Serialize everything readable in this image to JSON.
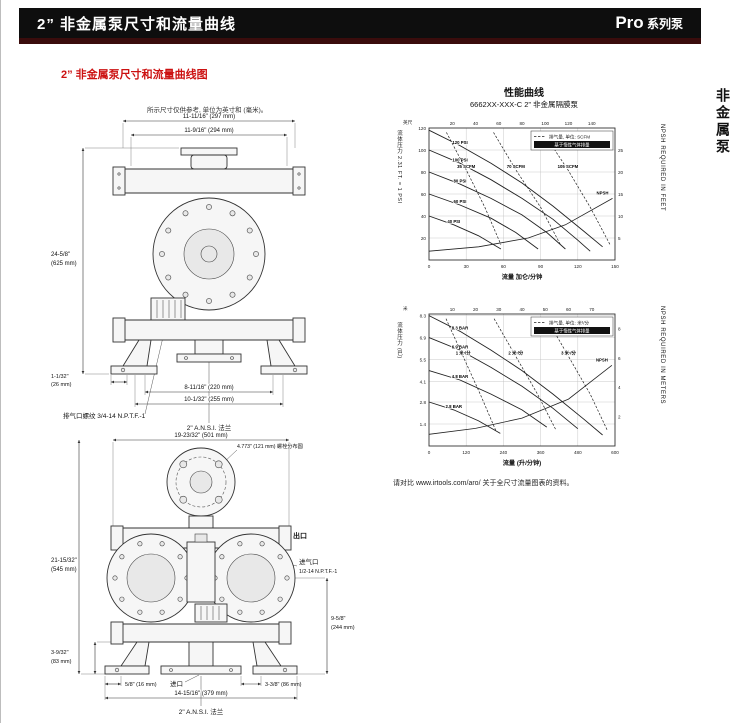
{
  "colors": {
    "header_bg": "#0e0e0e",
    "header_underline": "#3a0c0c",
    "section_title": "#cc1111"
  },
  "header": {
    "title": "2” 非金属泵尺寸和流量曲线",
    "series_prefix": "Pro",
    "series_suffix": " 系列泵"
  },
  "side_tab": "非金属泵",
  "section_title": "2” 非金属泵尺寸和流量曲线图",
  "drawings": {
    "note": "所示尺寸仅供参考, 单位为英寸和 (毫米)。",
    "front_view": {
      "dim_width_outer": "11-11/16\" (297 mm)",
      "dim_width_inner": "11-9/16\" (294 mm)",
      "dim_height": "24-5/8\"",
      "dim_height_mm": "(625 mm)",
      "dim_foot": "1-1/32\"",
      "dim_foot_mm": "(26 mm)",
      "dim_base_inner": "8-11/16\" (220 mm)",
      "dim_base_outer": "10-1/32\" (255 mm)",
      "exhaust_label": "排气口螺纹 3/4-14 N.P.T.F.-1",
      "flange_label": "2\" A.N.S.I. 法兰"
    },
    "side_view": {
      "dim_width_top": "19-23/32\" (501 mm)",
      "bolt_circle": "4.773\" (121 mm) 螺栓分布圆",
      "outlet_label": "出口",
      "air_inlet_label": "进气口",
      "air_inlet_thread": "1/2-14 N.P.T.F.-1",
      "dim_height_left": "21-15/32\"",
      "dim_height_left_mm": "(545 mm)",
      "dim_height_right": "9-5/8\"",
      "dim_height_right_mm": "(244 mm)",
      "dim_leg": "3-9/32\"",
      "dim_leg_mm": "(83 mm)",
      "inlet_label": "进口",
      "dim_b1": "5/8\" (16 mm)",
      "dim_b2": "14-15/16\" (379 mm)",
      "dim_b3": "3-3/8\" (86 mm)",
      "flange_label": "2\" A.N.S.I. 法兰"
    }
  },
  "charts_note": "请对比 www.irtools.com/aro/ 关于全尺寸流量图表的资料。",
  "chart_data": [
    {
      "type": "line",
      "title": "性能曲线",
      "subtitle": "6662XX-XXX-C 2” 非金属隔膜泵",
      "xlabel": "流量 加仑/分钟",
      "ylabel": "流体压力 2.31 FT. = 1 PSI",
      "ylabel_right": "NPSH REQUIRED IN FEET",
      "corner_label": "英尺",
      "grid": true,
      "legend_position": "top-right",
      "xlim": [
        0,
        150
      ],
      "ylim": [
        0,
        120
      ],
      "y2lim": [
        0,
        30
      ],
      "xticks": [
        0,
        30,
        60,
        90,
        120,
        150
      ],
      "yticks": [
        20,
        40,
        60,
        80,
        100,
        120
      ],
      "y2ticks": [
        5,
        10,
        15,
        20,
        25
      ],
      "top_ticks": [
        20,
        40,
        60,
        80,
        100,
        120,
        140
      ],
      "legend": {
        "air": "排气量, 单位: SCFM",
        "note": "基于惰性气体排量"
      },
      "series": [
        {
          "name": "120 PSI",
          "style": "solid",
          "points": [
            [
              0,
              118
            ],
            [
              25,
              104
            ],
            [
              50,
              88
            ],
            [
              75,
              70
            ],
            [
              100,
              49
            ],
            [
              125,
              26
            ],
            [
              140,
              12
            ]
          ]
        },
        {
          "name": "100 PSI",
          "style": "solid",
          "points": [
            [
              0,
              100
            ],
            [
              25,
              88
            ],
            [
              50,
              73
            ],
            [
              75,
              56
            ],
            [
              100,
              37
            ],
            [
              120,
              18
            ],
            [
              130,
              8
            ]
          ]
        },
        {
          "name": "80 PSI",
          "style": "solid",
          "points": [
            [
              0,
              80
            ],
            [
              25,
              69
            ],
            [
              50,
              56
            ],
            [
              75,
              41
            ],
            [
              95,
              25
            ],
            [
              110,
              10
            ]
          ]
        },
        {
          "name": "60 PSI",
          "style": "solid",
          "points": [
            [
              0,
              60
            ],
            [
              25,
              50
            ],
            [
              50,
              38
            ],
            [
              70,
              25
            ],
            [
              88,
              10
            ]
          ]
        },
        {
          "name": "40 PSI",
          "style": "solid",
          "points": [
            [
              0,
              40
            ],
            [
              20,
              32
            ],
            [
              40,
              22
            ],
            [
              58,
              10
            ]
          ]
        },
        {
          "name": "35 SCFM",
          "style": "dashed",
          "points": [
            [
              14,
              116
            ],
            [
              30,
              82
            ],
            [
              45,
              48
            ],
            [
              58,
              14
            ]
          ]
        },
        {
          "name": "70 SCFM",
          "style": "dashed",
          "points": [
            [
              52,
              116
            ],
            [
              70,
              82
            ],
            [
              90,
              48
            ],
            [
              106,
              14
            ]
          ]
        },
        {
          "name": "105 SCFM",
          "style": "dashed",
          "points": [
            [
              92,
              116
            ],
            [
              112,
              82
            ],
            [
              130,
              48
            ],
            [
              146,
              14
            ]
          ]
        }
      ],
      "npsh": {
        "label": "NPSH",
        "points": [
          [
            0,
            2
          ],
          [
            40,
            3
          ],
          [
            80,
            5
          ],
          [
            110,
            8
          ],
          [
            148,
            14
          ]
        ]
      }
    },
    {
      "type": "line",
      "title": "",
      "subtitle": "",
      "xlabel": "流量 (升/分钟)",
      "ylabel": "流体压力 (巴)",
      "ylabel_right": "NPSH REQUIRED IN METERS",
      "corner_label": "米",
      "grid": true,
      "legend_position": "top-right",
      "xlim": [
        0,
        600
      ],
      "ylim": [
        0,
        8.4
      ],
      "y2lim": [
        0,
        9
      ],
      "xticks": [
        0,
        120,
        240,
        360,
        480,
        600
      ],
      "yticks": [
        1.4,
        2.8,
        4.1,
        5.5,
        6.9,
        8.3
      ],
      "y2ticks": [
        2,
        4,
        6,
        8
      ],
      "top_ticks": [
        10,
        20,
        30,
        40,
        50,
        60,
        70
      ],
      "legend": {
        "air": "排气量, 单位: 米³/分",
        "note": "基于惰性气体排量"
      },
      "series": [
        {
          "name": "8.3 BAR",
          "style": "solid",
          "points": [
            [
              0,
              8.3
            ],
            [
              100,
              7.3
            ],
            [
              200,
              6.1
            ],
            [
              300,
              4.8
            ],
            [
              400,
              3.3
            ],
            [
              500,
              1.7
            ],
            [
              560,
              0.7
            ]
          ]
        },
        {
          "name": "6.9 BAR",
          "style": "solid",
          "points": [
            [
              0,
              6.9
            ],
            [
              100,
              6.1
            ],
            [
              200,
              5.0
            ],
            [
              300,
              3.8
            ],
            [
              400,
              2.4
            ],
            [
              480,
              1.1
            ]
          ]
        },
        {
          "name": "4.8 BAR",
          "style": "solid",
          "points": [
            [
              0,
              4.8
            ],
            [
              100,
              4.2
            ],
            [
              200,
              3.3
            ],
            [
              300,
              2.3
            ],
            [
              380,
              1.2
            ]
          ]
        },
        {
          "name": "2.8 BAR",
          "style": "solid",
          "points": [
            [
              0,
              2.8
            ],
            [
              80,
              2.3
            ],
            [
              160,
              1.6
            ],
            [
              230,
              0.8
            ]
          ]
        },
        {
          "name": "1 米³/分",
          "style": "dashed",
          "points": [
            [
              55,
              8.1
            ],
            [
              110,
              5.7
            ],
            [
              165,
              3.3
            ],
            [
              215,
              1.0
            ]
          ]
        },
        {
          "name": "2 米³/分",
          "style": "dashed",
          "points": [
            [
              210,
              8.1
            ],
            [
              280,
              5.7
            ],
            [
              350,
              3.3
            ],
            [
              410,
              1.0
            ]
          ]
        },
        {
          "name": "3 米³/分",
          "style": "dashed",
          "points": [
            [
              380,
              8.1
            ],
            [
              450,
              5.7
            ],
            [
              520,
              3.3
            ],
            [
              575,
              1.0
            ]
          ]
        }
      ],
      "npsh": {
        "label": "NPSH",
        "points": [
          [
            0,
            0.8
          ],
          [
            150,
            1.2
          ],
          [
            300,
            1.9
          ],
          [
            450,
            3.2
          ],
          [
            590,
            5.5
          ]
        ]
      }
    }
  ]
}
